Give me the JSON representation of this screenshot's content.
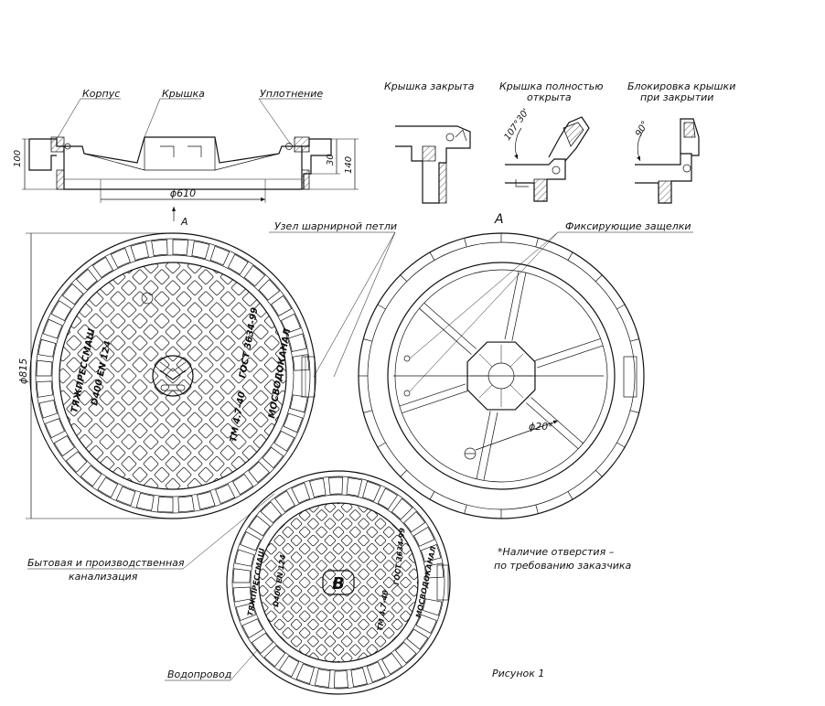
{
  "labels": {
    "korpus": "Корпус",
    "kryshka": "Крышка",
    "uplotnenie": "Уплотнение",
    "closed": "Крышка закрыта",
    "open_line1": "Крышка полностью",
    "open_line2": "открыта",
    "lock_line1": "Блокировка крышки",
    "lock_line2": "при закрытии",
    "hinge_node": "Узел шарнирной петли",
    "latches": "Фиксирующие защелки",
    "household_line1": "Бытовая и производственная",
    "household_line2": "канализация",
    "water": "Водопровод",
    "hole_note_line1": "*Наличие отверстия –",
    "hole_note_line2": "по требованию заказчика",
    "figure": "Рисунок 1",
    "view_a": "А",
    "arrow_a": "А"
  },
  "dimensions": {
    "h100": "100",
    "h30": "30",
    "h140": "140",
    "d610": "ϕ610",
    "d815": "ϕ815",
    "d20": "ϕ20*",
    "angle_open": "107°30'",
    "angle_lock": "90°"
  },
  "cover_text": {
    "maker": "ТЯЖПРЕССМАШ",
    "class": "D400 EN 124",
    "spec": "ТМ 4.7-40",
    "gost": "ГОСТ 3634-99",
    "owner": "МОСВОДОКАНАЛ",
    "letter": "В"
  }
}
